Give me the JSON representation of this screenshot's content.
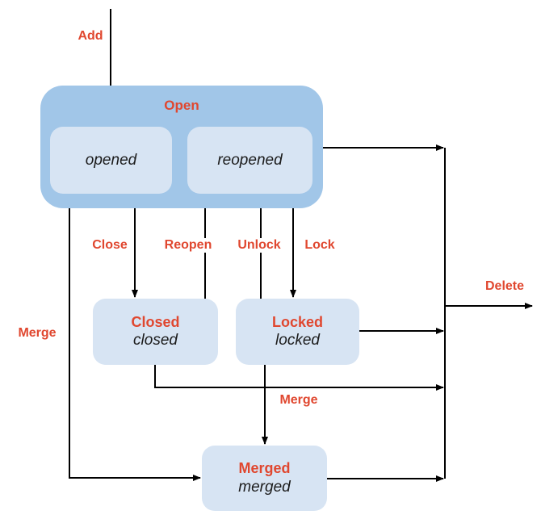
{
  "colors": {
    "group_fill": "#a1c6e8",
    "state_fill": "#d7e4f3",
    "accent_red": "#e0472f",
    "line_color": "#000000",
    "state_text": "#1b1b1b",
    "background": "#ffffff"
  },
  "states": {
    "open": {
      "label": "Open"
    },
    "opened": {
      "label": "opened"
    },
    "reopened": {
      "label": "reopened"
    },
    "closed": {
      "title": "Closed",
      "subtitle": "closed"
    },
    "locked": {
      "title": "Locked",
      "subtitle": "locked"
    },
    "merged": {
      "title": "Merged",
      "subtitle": "merged"
    }
  },
  "transitions": {
    "add": "Add",
    "close": "Close",
    "reopen": "Reopen",
    "unlock": "Unlock",
    "lock": "Lock",
    "merge_left": "Merge",
    "merge_bottom": "Merge",
    "delete": "Delete"
  }
}
